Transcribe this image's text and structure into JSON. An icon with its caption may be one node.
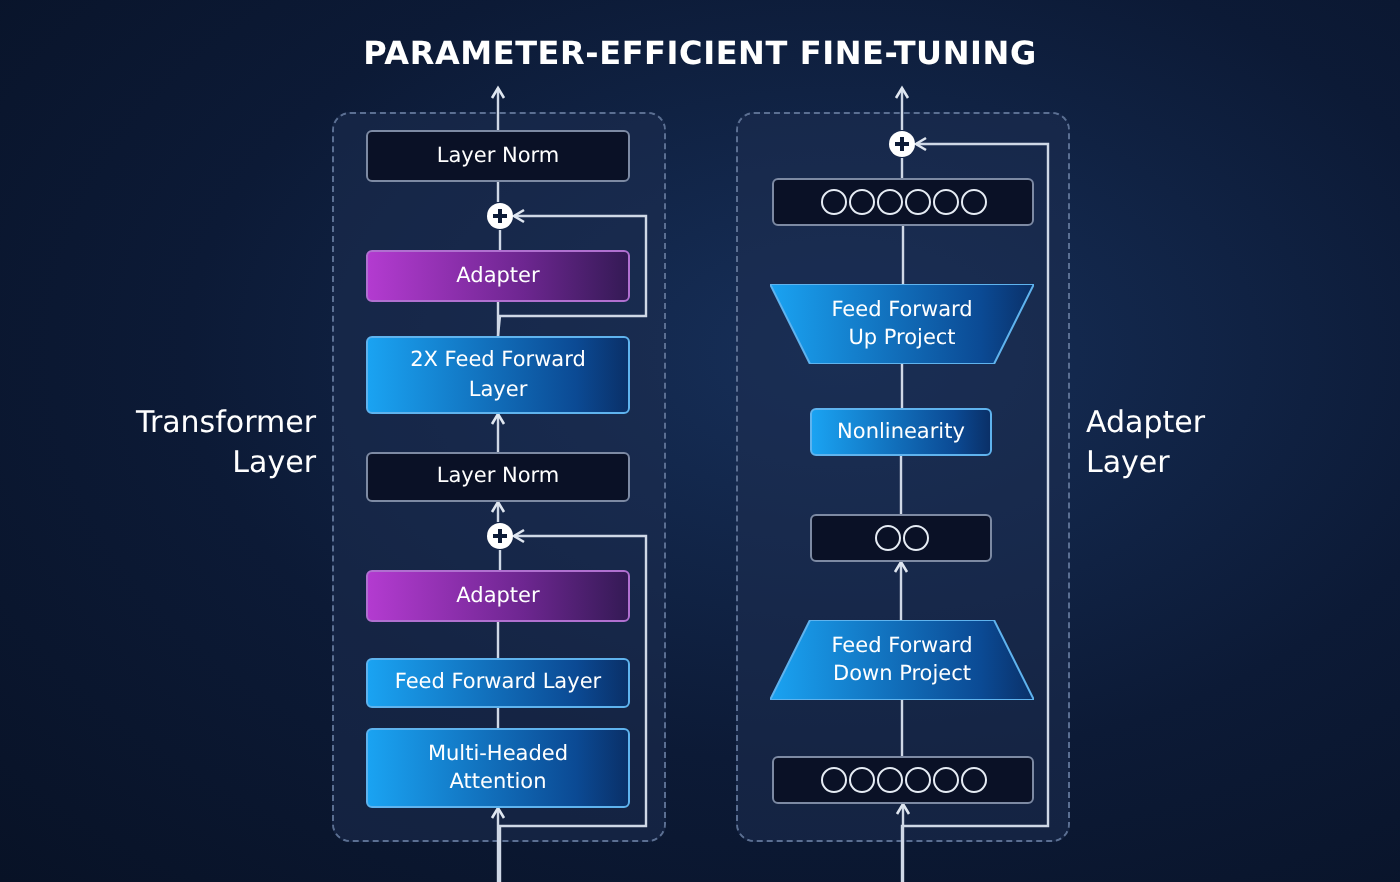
{
  "diagram": {
    "title": "PARAMETER-EFFICIENT FINE-TUNING",
    "nodes": [
      {
        "text": [
          "Transformer Layer"
        ]
      },
      {
        "text": [
          "Layer Norm"
        ],
        "in": 0
      },
      {
        "text": [],
        "shape": "circle",
        "in": 0
      },
      {
        "text": [
          "Adapter"
        ],
        "in": 0
      },
      {
        "text": [
          "2X Feed Forward Layer"
        ],
        "in": 0
      },
      {
        "text": [
          "Layer Norm"
        ],
        "in": 0
      },
      {
        "text": [],
        "shape": "circle",
        "in": 0
      },
      {
        "text": [
          "Adapter"
        ],
        "in": 0
      },
      {
        "text": [
          "Feed Forward Layer"
        ],
        "in": 0
      },
      {
        "text": [
          "Multi-Headed Attention"
        ],
        "in": 0
      },
      {
        "text": [
          "Adapter Layer"
        ]
      },
      {
        "text": [],
        "shape": "circle",
        "in": 10
      },
      {
        "text": [],
        "shape": "box",
        "in": 10
      },
      {
        "text": [
          "Feed Forward Up Project"
        ],
        "in": 10
      },
      {
        "text": [
          "Nonlinearity"
        ],
        "in": 10
      },
      {
        "text": [],
        "shape": "box",
        "in": 10
      },
      {
        "text": [
          "Feed Forward Down Project"
        ],
        "in": 10
      },
      {
        "text": [],
        "shape": "box",
        "in": 10
      }
    ],
    "edges": [
      {
        "from": null,
        "to": 9,
        "arrow": "to"
      },
      {
        "from": 9,
        "to": 8,
        "arrow": "none"
      },
      {
        "from": 8,
        "to": 7,
        "arrow": "none"
      },
      {
        "from": 7,
        "to": 6,
        "arrow": "none"
      },
      {
        "from": 6,
        "to": 5,
        "arrow": "to"
      },
      {
        "from": 5,
        "to": 4,
        "arrow": "to"
      },
      {
        "from": 4,
        "to": 3,
        "arrow": "none"
      },
      {
        "from": 3,
        "to": 2,
        "arrow": "none"
      },
      {
        "from": 2,
        "to": 1,
        "arrow": "none"
      },
      {
        "from": 1,
        "to": null,
        "arrow": "to"
      },
      {
        "from": null,
        "to": 6,
        "arrow": "to"
      },
      {
        "from": 4,
        "to": 2,
        "arrow": "to"
      },
      {
        "from": null,
        "to": 17,
        "arrow": "to"
      },
      {
        "from": 17,
        "to": 16,
        "arrow": "none"
      },
      {
        "from": 16,
        "to": 15,
        "arrow": "to"
      },
      {
        "from": 15,
        "to": 14,
        "arrow": "none"
      },
      {
        "from": 14,
        "to": 13,
        "arrow": "none"
      },
      {
        "from": 13,
        "to": 12,
        "arrow": "none"
      },
      {
        "from": 12,
        "to": 11,
        "arrow": "none"
      },
      {
        "from": 11,
        "to": null,
        "arrow": "to"
      },
      {
        "from": null,
        "to": 11,
        "arrow": "to"
      }
    ]
  }
}
